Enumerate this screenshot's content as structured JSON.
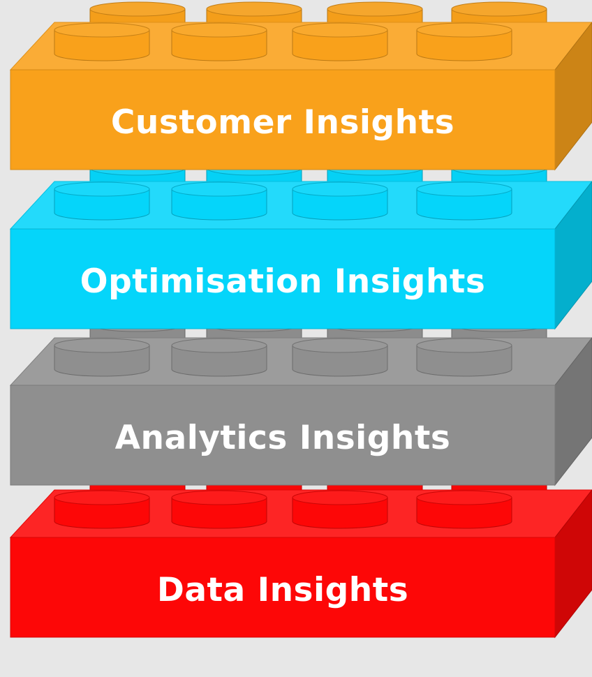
{
  "layers": [
    {
      "label": "Customer Insights",
      "color": "#f9a11b"
    },
    {
      "label": "Optimisation Insights",
      "color": "#05d5fa"
    },
    {
      "label": "Analytics Insights",
      "color": "#8f8f8f"
    },
    {
      "label": "Data Insights",
      "color": "#fd0707"
    }
  ]
}
